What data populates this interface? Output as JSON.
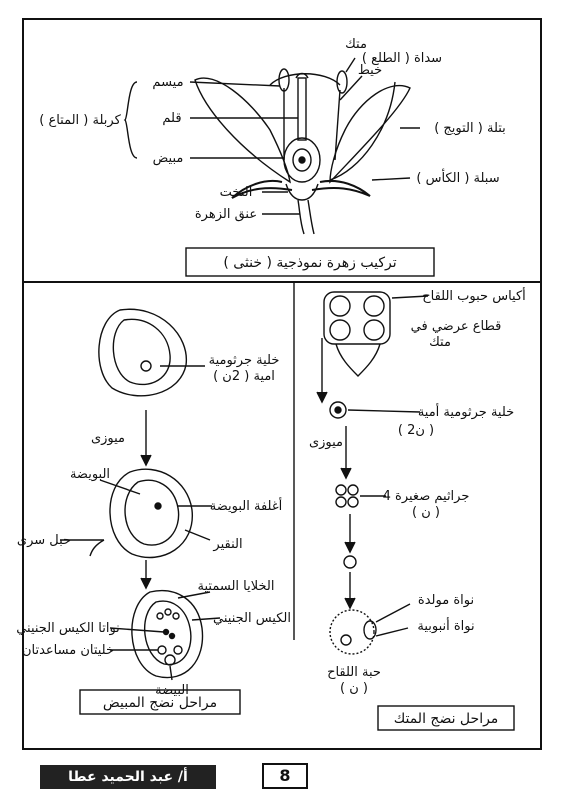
{
  "top": {
    "labels": {
      "anther": "( الطلع ) سداة",
      "anther_head": "متك",
      "filament": "خيط",
      "stigma": "ميسم",
      "style": "قلم",
      "ovary": "مبيض",
      "pistil": "كربلة ( المتاع )",
      "petal": "( التويج ) بتلة",
      "sepal": "( الكأس ) سبلة",
      "receptacle": "التخت",
      "pedicel": "عنق الزهرة"
    },
    "title": "تركيب زهرة نموذجية ( خنثى )"
  },
  "left": {
    "labels": {
      "cell": "خلية جرثومية",
      "cell_sub": "امية ( 2ن )",
      "meiosis": "ميوزى",
      "ovule": "البويضة",
      "integuments": "أغلفة البويضة",
      "funicle": "حبل سرى",
      "micropyle": "النقير",
      "antipodals": "الخلايا السمتية",
      "embryo_sac": "الكيس الجنيني",
      "polar_nuclei": "نواتا الكيس الجنيني",
      "synergids": "خليتان مساعدتان",
      "egg": "البيضة"
    },
    "title": "مراحل نضج المبيض"
  },
  "right": {
    "labels": {
      "pollen_sacs": "أكياس حبوب اللقاح",
      "section": "قطاع عرضي في",
      "section2": "متك",
      "mother_cell": "خلية جرثومية أمية",
      "mother_sub": "( 2ن )",
      "meiosis": "ميوزى",
      "tetrad": "4 جراثيم صغيرة",
      "tetrad_sub": "( ن )",
      "generative": "نواة مولدة",
      "tube": "نواة أنبوبية",
      "pollen": "حبة اللقاح",
      "pollen_sub": "( ن )"
    },
    "title": "مراحل نضج المتك"
  },
  "footer": {
    "author": "أ/ عبد الحميد عطا",
    "page": "8"
  }
}
